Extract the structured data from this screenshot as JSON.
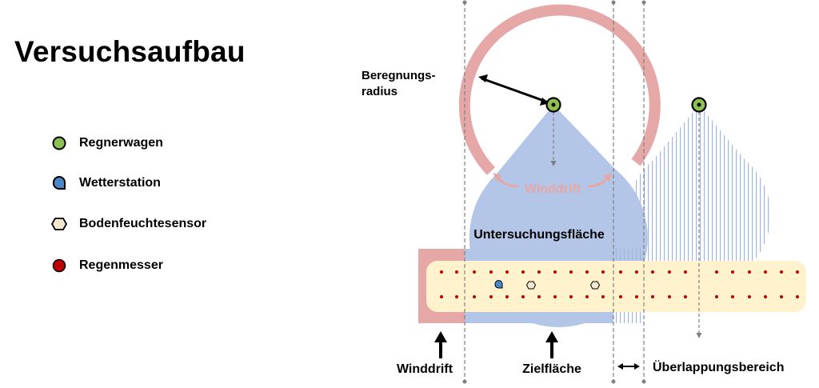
{
  "title": "Versuchsaufbau",
  "legend": [
    {
      "label": "Regnerwagen",
      "icon": "green-circle-icon",
      "color": "#8cc04f"
    },
    {
      "label": "Wetterstation",
      "icon": "blue-drop-icon",
      "color": "#4a86c8"
    },
    {
      "label": "Bodenfeuchtesensor",
      "icon": "hexagon-icon",
      "color": "#f2e8d2"
    },
    {
      "label": "Regenmesser",
      "icon": "red-dot-icon",
      "color": "#c00000"
    }
  ],
  "diagram": {
    "radius_label_line1": "Beregnungs-",
    "radius_label_line2": "radius",
    "winddrift_arc_label": "Winddrift",
    "area_label": "Untersuchungsfläche",
    "bottom_labels": {
      "winddrift": "Winddrift",
      "target": "Zielfläche",
      "overlap": "Überlappungsbereich"
    }
  },
  "colors": {
    "spray_fill": "#b4c6e7",
    "winddrift_pink": "#e6a7a7",
    "strip_yellow": "#fff2cc",
    "rain_gauge_red": "#c00000",
    "sprinkler_green": "#8cc04f",
    "dashed_line": "#808080"
  }
}
